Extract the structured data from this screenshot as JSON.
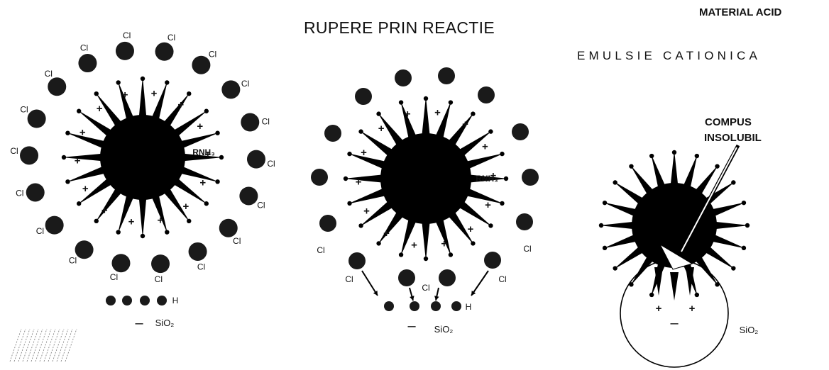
{
  "title": "RUPERE PRIN REACTIE",
  "material_label": "MATERIAL ACID",
  "emulsion_label": "EMULSIE CATIONICA",
  "compound_label_line1": "COMPUS",
  "compound_label_line2": "INSOLUBIL",
  "emulsifier_tag": "RNH₃",
  "counter_ion": "Cl",
  "plus_sign": "+",
  "minus_sign": "–",
  "hydrogen": "H",
  "silica": "SiO₂",
  "colors": {
    "ink": "#000000",
    "particle": "#1a1a1a",
    "background": "#ffffff"
  },
  "panels": [
    {
      "id": "left",
      "stage": "stable cationic emulsion droplet with Cl counter-ions"
    },
    {
      "id": "middle",
      "stage": "Cl ions leave towards SiO2 surface"
    },
    {
      "id": "right",
      "stage": "insoluble compound formed on SiO2"
    }
  ]
}
